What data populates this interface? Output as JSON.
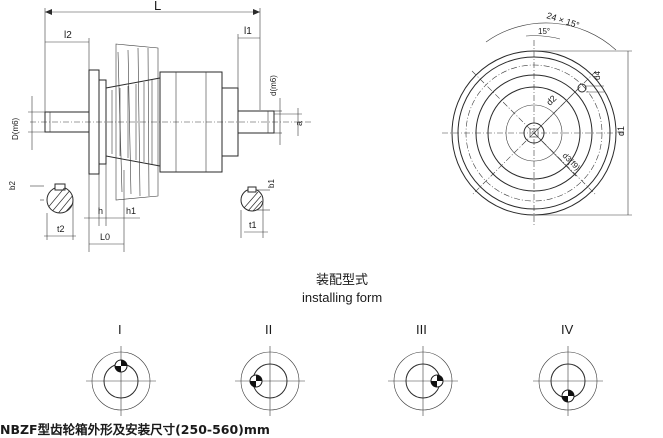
{
  "dimensions": {
    "L": "L",
    "l2": "l2",
    "l1": "l1",
    "d_m6": "d(m6)",
    "D_m6": "D(m6)",
    "a": "a",
    "b2": "b2",
    "t2": "t2",
    "b1": "b1",
    "t1": "t1",
    "h": "h",
    "h1": "h1",
    "L0": "L0",
    "angle_count": "24 × 15°",
    "angle": "15°",
    "d4": "d4",
    "d2": "d2",
    "d3": "d3(f9)",
    "d1": "d1"
  },
  "caption_cn": "装配型式",
  "caption_en": "installing form",
  "forms": [
    "I",
    "II",
    "III",
    "IV"
  ],
  "footer_title": "NBZF型齿轮箱外形及安装尺寸(250-560)mm"
}
